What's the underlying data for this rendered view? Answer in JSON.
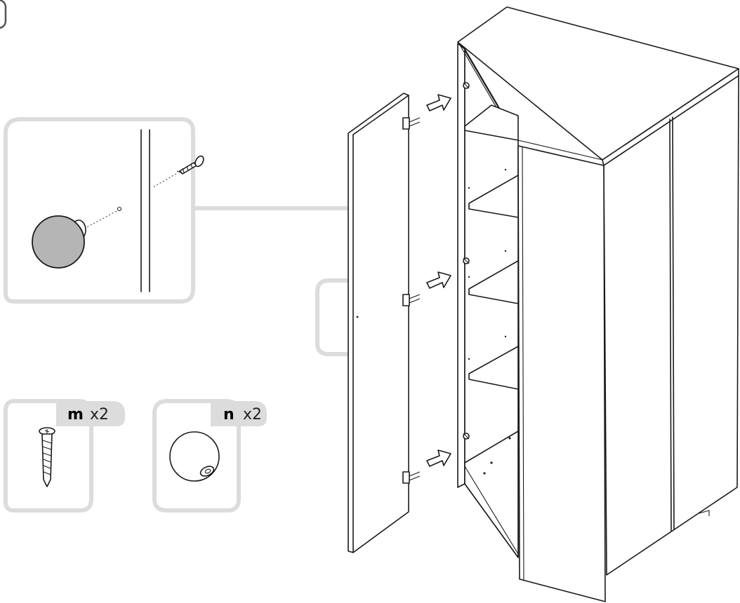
{
  "step_badge": "",
  "parts": [
    {
      "letter": "m",
      "qty": "x2",
      "icon": "screw-icon"
    },
    {
      "letter": "n",
      "qty": "x2",
      "icon": "knob-icon"
    }
  ],
  "colors": {
    "callout_frame": "#dcdcdc",
    "line": "#1a1a1a",
    "knob_fill": "#b5b5b5",
    "background": "#ffffff"
  },
  "arrows_count": 3
}
